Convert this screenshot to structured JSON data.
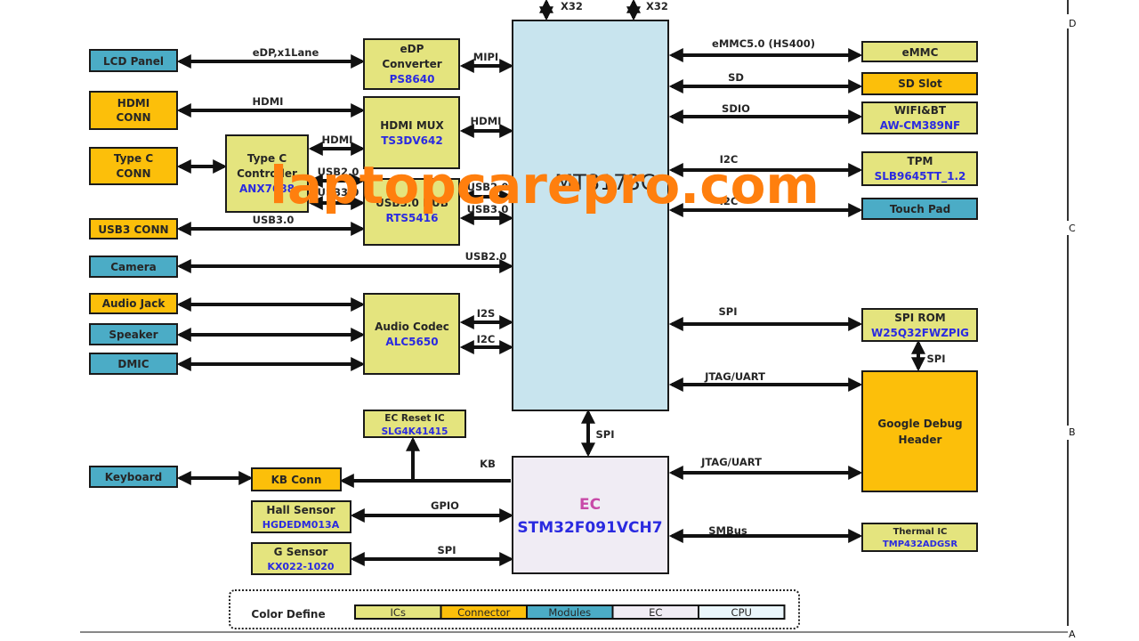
{
  "zones": [
    "D",
    "C",
    "B",
    "A"
  ],
  "cpu": {
    "name": "MT8173C",
    "top_buses": [
      "X32",
      "X32"
    ]
  },
  "ec": {
    "name": "EC",
    "part": "STM32F091VCH7"
  },
  "left_blocks": {
    "lcd_panel": "LCD Panel",
    "hdmi_conn": [
      "HDMI",
      "CONN"
    ],
    "typec_conn": [
      "Type C",
      "CONN"
    ],
    "usb3_conn": "USB3 CONN",
    "camera": "Camera",
    "audio_jack": "Audio Jack",
    "speaker": "Speaker",
    "dmic": "DMIC",
    "keyboard": "Keyboard"
  },
  "mid_blocks": {
    "edp_converter": {
      "name": [
        "eDP",
        "Converter"
      ],
      "part": "PS8640"
    },
    "hdmi_mux": {
      "name": "HDMI MUX",
      "part": "TS3DV642"
    },
    "typec_controller": {
      "name": [
        "Type C",
        "Controller"
      ],
      "part": "ANX7688"
    },
    "usb_hub": {
      "name": "USB3.0 HUB",
      "part": "RTS5416"
    },
    "audio_codec": {
      "name": "Audio Codec",
      "part": "ALC5650"
    },
    "ec_reset": {
      "name": "EC Reset IC",
      "part": "SLG4K41415"
    },
    "kb_conn": "KB Conn",
    "hall_sensor": {
      "name": "Hall Sensor",
      "part": "HGDEDM013A"
    },
    "g_sensor": {
      "name": "G Sensor",
      "part": "KX022-1020"
    }
  },
  "right_blocks": {
    "emmc": "eMMC",
    "sd_slot": "SD Slot",
    "wifi_bt": {
      "name": "WIFI&BT",
      "part": "AW-CM389NF"
    },
    "tpm": {
      "name": "TPM",
      "part": "SLB9645TT_1.2"
    },
    "touch_pad": "Touch Pad",
    "spi_rom": {
      "name": "SPI ROM",
      "part": "W25Q32FWZPIG"
    },
    "debug_header": [
      "Google Debug",
      "Header"
    ],
    "thermal_ic": {
      "name": "Thermal IC",
      "part": "TMP432ADGSR"
    }
  },
  "signals": {
    "edp": "eDP,x1Lane",
    "mipi": "MIPI",
    "hdmi_left": "HDMI",
    "hdmi_cpu": "HDMI",
    "hdmi_typec": "HDMI",
    "usb20_typec": "USB2.0",
    "usb30_typec": "USB3.0",
    "usb20_hub": "USB2.0",
    "usb30_hub": "USB3.0",
    "usb30_conn": "USB3.0",
    "usb20_camera": "USB2.0",
    "i2s": "I2S",
    "i2c_codec": "I2C",
    "emmc": "eMMC5.0 (HS400)",
    "sd": "SD",
    "sdio": "SDIO",
    "i2c_tpm": "I2C",
    "i2c_tp": "I2C",
    "spi_rom": "SPI",
    "jtag_cpu": "JTAG/UART",
    "spi_rom_debug": "SPI",
    "spi_ec": "SPI",
    "kb": "KB",
    "gpio": "GPIO",
    "spi_gsensor": "SPI",
    "jtag_ec": "JTAG/UART",
    "smbus": "SMBus"
  },
  "legend": {
    "title": "Color Define",
    "items": [
      {
        "label": "ICs",
        "color": "#e4e47e"
      },
      {
        "label": "Connector",
        "color": "#fcbf0a"
      },
      {
        "label": "Modules",
        "color": "#4bacc6"
      },
      {
        "label": "EC",
        "color": "#f0ecf4"
      },
      {
        "label": "CPU",
        "color": "#eaf6fc"
      }
    ]
  },
  "watermark": "laptopcarepro.com"
}
